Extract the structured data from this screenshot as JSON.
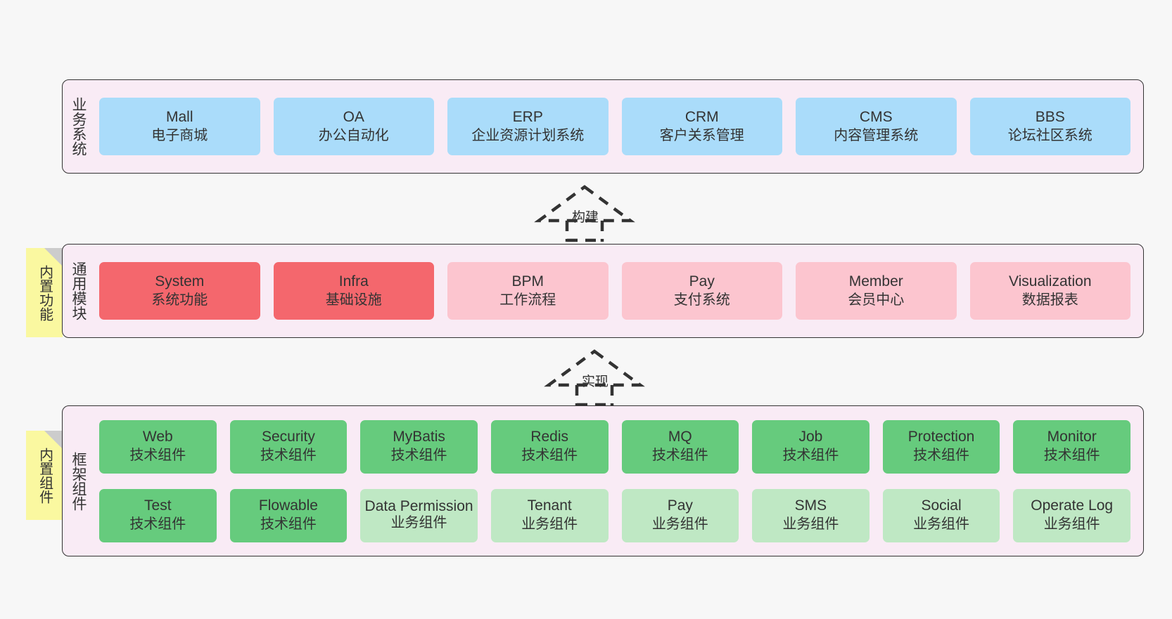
{
  "diagram": {
    "background": "#f7f7f7",
    "band_bg": "#f9ebf5",
    "colors": {
      "business": "#aadcfa",
      "module_core": "#f4676d",
      "module_optional": "#fcc5cf",
      "component_tech": "#66cb7d",
      "component_business": "#bfe8c4",
      "sticky": "#faf8a0",
      "band_border": "#333333"
    }
  },
  "layers": {
    "business": {
      "title": "业务系统",
      "items": [
        {
          "name": "Mall",
          "desc": "电子商城"
        },
        {
          "name": "OA",
          "desc": "办公自动化"
        },
        {
          "name": "ERP",
          "desc": "企业资源计划系统"
        },
        {
          "name": "CRM",
          "desc": "客户关系管理"
        },
        {
          "name": "CMS",
          "desc": "内容管理系统"
        },
        {
          "name": "BBS",
          "desc": "论坛社区系统"
        }
      ]
    },
    "module": {
      "title": "通用模块",
      "sticky": "内置功能",
      "items": [
        {
          "name": "System",
          "desc": "系统功能",
          "kind": "core"
        },
        {
          "name": "Infra",
          "desc": "基础设施",
          "kind": "core"
        },
        {
          "name": "BPM",
          "desc": "工作流程",
          "kind": "optional"
        },
        {
          "name": "Pay",
          "desc": "支付系统",
          "kind": "optional"
        },
        {
          "name": "Member",
          "desc": "会员中心",
          "kind": "optional"
        },
        {
          "name": "Visualization",
          "desc": "数据报表",
          "kind": "optional"
        }
      ]
    },
    "framework": {
      "title": "框架组件",
      "sticky": "内置组件",
      "row1": [
        {
          "name": "Web",
          "desc": "技术组件"
        },
        {
          "name": "Security",
          "desc": "技术组件"
        },
        {
          "name": "MyBatis",
          "desc": "技术组件"
        },
        {
          "name": "Redis",
          "desc": "技术组件"
        },
        {
          "name": "MQ",
          "desc": "技术组件"
        },
        {
          "name": "Job",
          "desc": "技术组件"
        },
        {
          "name": "Protection",
          "desc": "技术组件"
        },
        {
          "name": "Monitor",
          "desc": "技术组件"
        }
      ],
      "row2": [
        {
          "name": "Test",
          "desc": "技术组件",
          "kind": "tech"
        },
        {
          "name": "Flowable",
          "desc": "技术组件",
          "kind": "tech"
        },
        {
          "name": "Data Permission",
          "desc": "业务组件",
          "kind": "business"
        },
        {
          "name": "Tenant",
          "desc": "业务组件",
          "kind": "business"
        },
        {
          "name": "Pay",
          "desc": "业务组件",
          "kind": "business"
        },
        {
          "name": "SMS",
          "desc": "业务组件",
          "kind": "business"
        },
        {
          "name": "Social",
          "desc": "业务组件",
          "kind": "business"
        },
        {
          "name": "Operate Log",
          "desc": "业务组件",
          "kind": "business"
        }
      ]
    }
  },
  "connectors": [
    {
      "label": "构建",
      "from": "module",
      "to": "business"
    },
    {
      "label": "实现",
      "from": "framework",
      "to": "module"
    }
  ]
}
